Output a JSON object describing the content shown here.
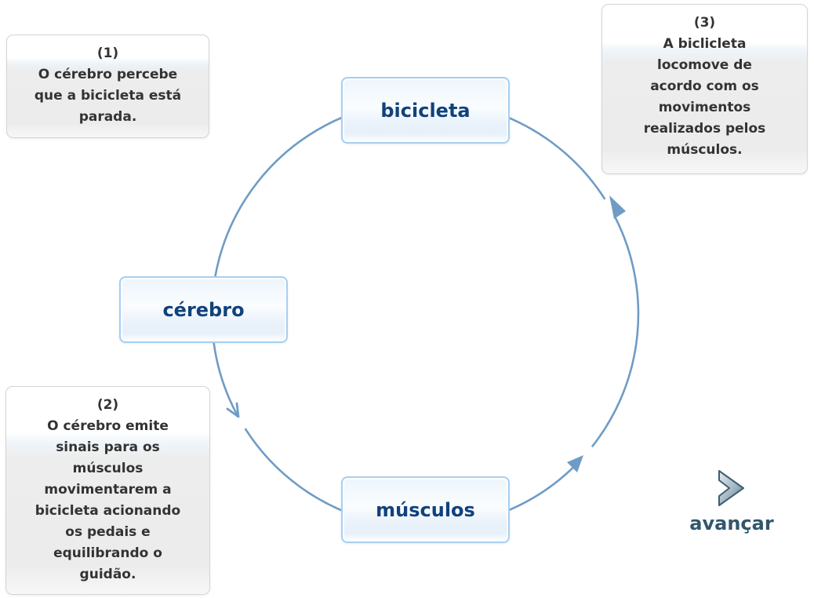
{
  "diagram": {
    "nodes": [
      {
        "label": "bicicleta"
      },
      {
        "label": "cérebro"
      },
      {
        "label": "músculos"
      }
    ],
    "notes": [
      {
        "lines": [
          "(1)",
          "O cérebro percebe",
          "que a bicicleta está",
          "parada."
        ]
      },
      {
        "lines": [
          "(2)",
          "O cérebro emite",
          "sinais para os",
          "músculos",
          "movimentarem a",
          "bicicleta acionando",
          "os pedais e",
          "equilibrando o",
          "guidão."
        ]
      },
      {
        "lines": [
          "(3)",
          "A biclicleta",
          "locomove de",
          "acordo com os",
          "movimentos",
          "realizados pelos",
          "músculos."
        ]
      }
    ],
    "flow_icon": "arrowhead-icon",
    "flow_direction": "bicicleta → cérebro → músculos → bicicleta"
  },
  "controls": {
    "advance": {
      "label": "avançar",
      "icon": "chevron-right-icon"
    }
  },
  "colors": {
    "background": "#ffffff",
    "arc": "#6f9cc5",
    "node_border": "#a7cff2",
    "node_text": "#10427c",
    "note_border": "#d5d5d5",
    "note_text": "#333333",
    "advance_text": "#32566c",
    "chevron_outline": "#3f5d72"
  }
}
